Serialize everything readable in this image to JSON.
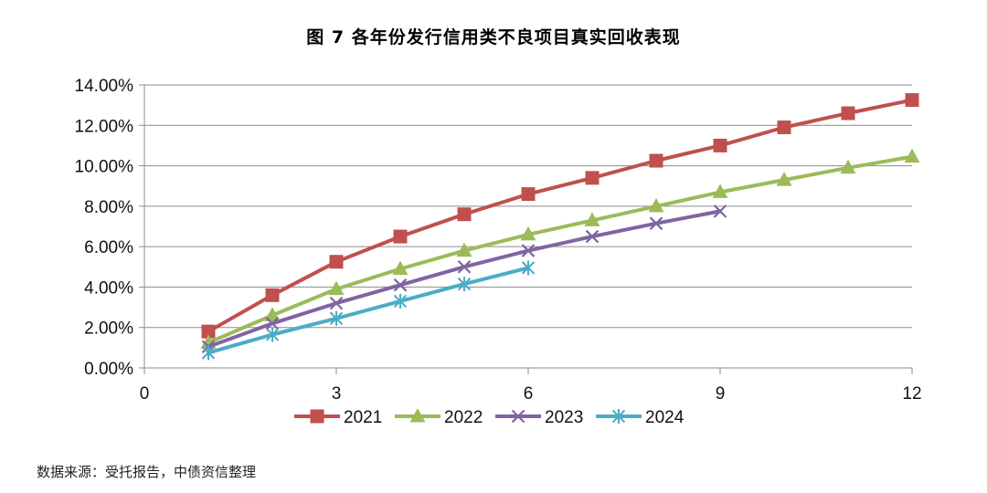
{
  "title": "图 7   各年份发行信用类不良项目真实回收表现",
  "source": "数据来源：受托报告，中债资信整理",
  "chart_data": {
    "type": "line",
    "title": "图 7   各年份发行信用类不良项目真实回收表现",
    "xlabel": "",
    "ylabel": "",
    "xlim": [
      0,
      12
    ],
    "ylim": [
      0,
      0.14
    ],
    "x_ticks": [
      "0",
      "3",
      "6",
      "9",
      "12"
    ],
    "y_ticks": [
      "0.00%",
      "2.00%",
      "4.00%",
      "6.00%",
      "8.00%",
      "10.00%",
      "12.00%",
      "14.00%"
    ],
    "grid": "horizontal",
    "legend_position": "bottom",
    "series": [
      {
        "name": "2021",
        "color": "#C0504D",
        "marker": "square",
        "x": [
          1,
          2,
          3,
          4,
          5,
          6,
          7,
          8,
          9,
          10,
          11,
          12
        ],
        "y": [
          0.018,
          0.036,
          0.0525,
          0.065,
          0.076,
          0.086,
          0.094,
          0.1025,
          0.11,
          0.119,
          0.126,
          0.1325
        ]
      },
      {
        "name": "2022",
        "color": "#9BBB59",
        "marker": "triangle",
        "x": [
          1,
          2,
          3,
          4,
          5,
          6,
          7,
          8,
          9,
          10,
          11,
          12
        ],
        "y": [
          0.0125,
          0.026,
          0.039,
          0.049,
          0.058,
          0.066,
          0.073,
          0.08,
          0.087,
          0.093,
          0.099,
          0.1045
        ]
      },
      {
        "name": "2023",
        "color": "#8064A2",
        "marker": "x",
        "x": [
          1,
          2,
          3,
          4,
          5,
          6,
          7,
          8,
          9
        ],
        "y": [
          0.0105,
          0.022,
          0.032,
          0.041,
          0.05,
          0.058,
          0.065,
          0.0715,
          0.0775
        ]
      },
      {
        "name": "2024",
        "color": "#4BACC6",
        "marker": "asterisk",
        "x": [
          1,
          2,
          3,
          4,
          5,
          6
        ],
        "y": [
          0.0075,
          0.0165,
          0.0245,
          0.033,
          0.0415,
          0.0495
        ]
      }
    ]
  }
}
